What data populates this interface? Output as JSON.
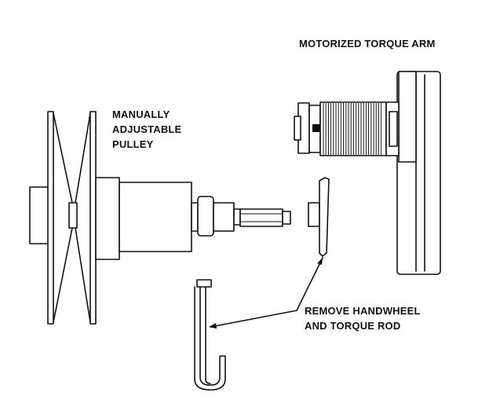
{
  "labels": {
    "motorized_torque_arm": "MOTORIZED TORQUE ARM",
    "pulley_line1": "MANUALLY",
    "pulley_line2": "ADJUSTABLE",
    "pulley_line3": "PULLEY",
    "remove_line1": "REMOVE HANDWHEEL",
    "remove_line2": "AND TORQUE ROD"
  }
}
